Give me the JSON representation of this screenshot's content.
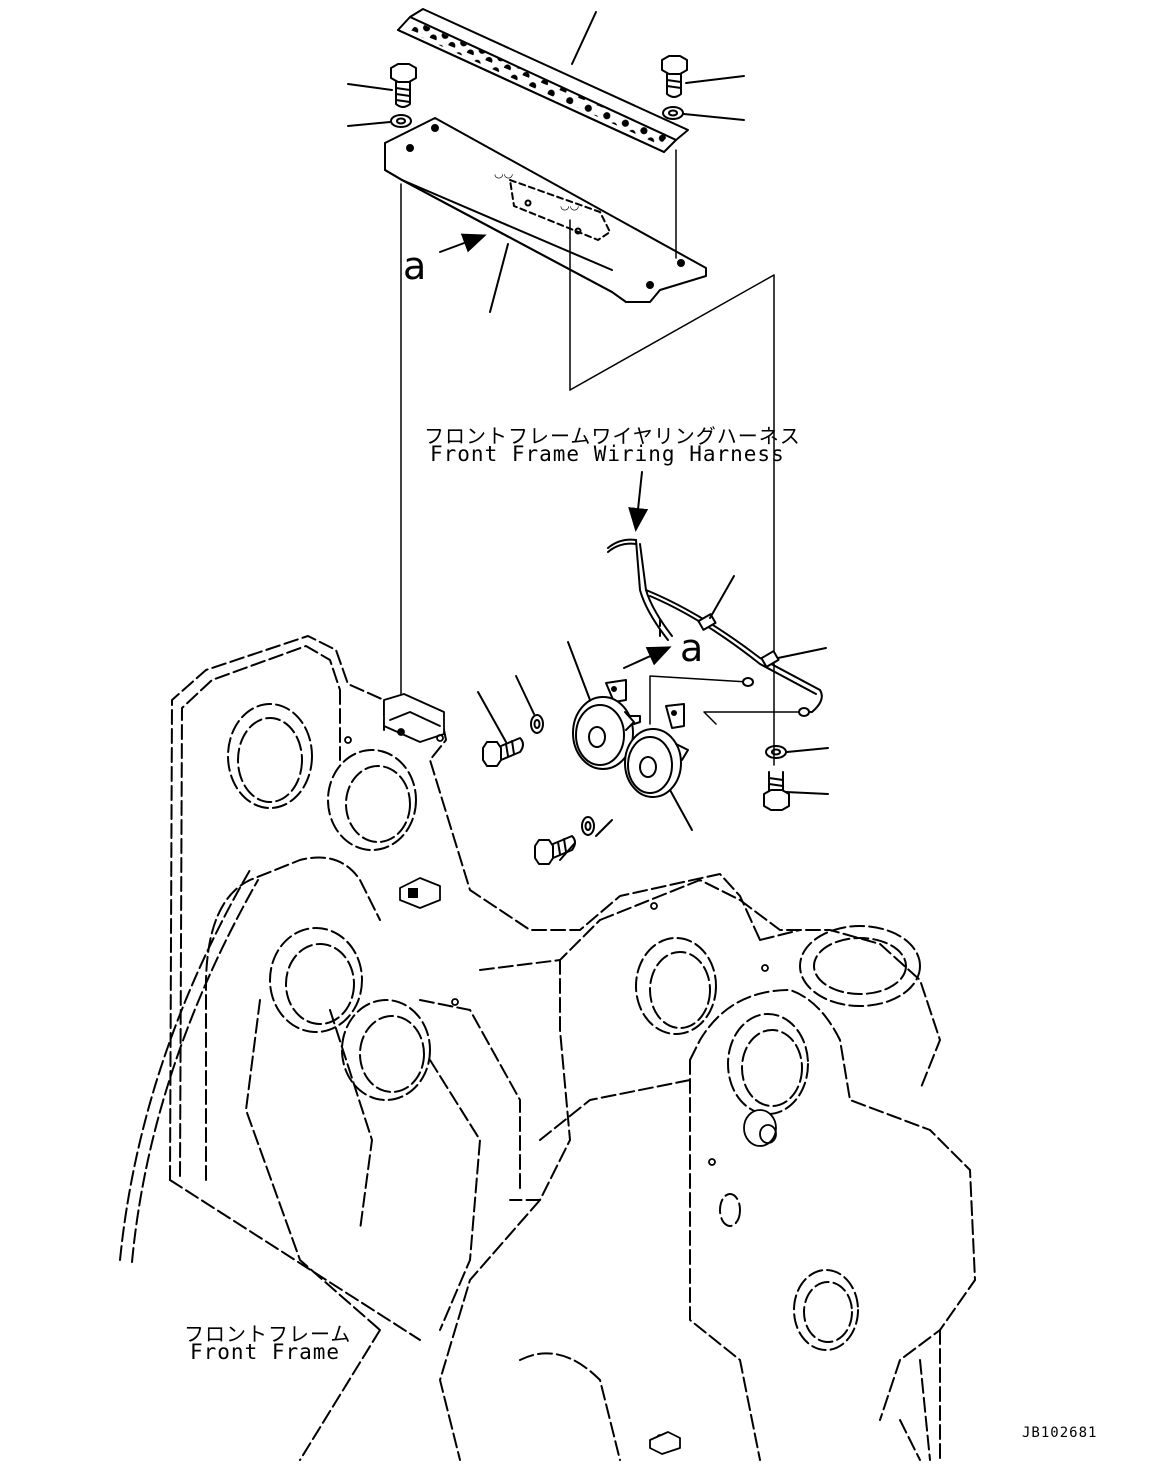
{
  "labels": {
    "harness_jp": "フロントフレームワイヤリングハーネス",
    "harness_en": "Front Frame Wiring Harness",
    "frame_jp": "フロントフレーム",
    "frame_en": "Front Frame",
    "view_a_top": "a",
    "view_a_mid": "a",
    "drawing_id": "JB102681"
  },
  "colors": {
    "line": "#000000",
    "background": "#ffffff"
  }
}
